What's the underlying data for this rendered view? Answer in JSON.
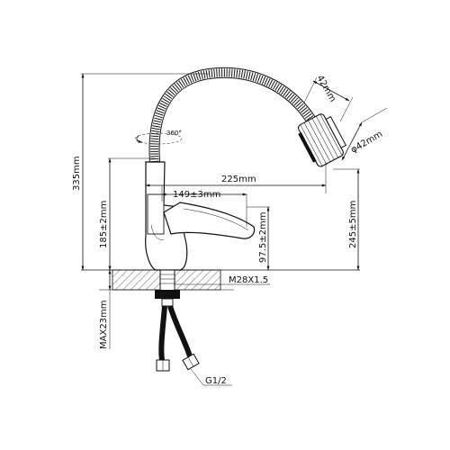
{
  "dimensions": {
    "total_height": "335mm",
    "spout_reach": "225mm",
    "lever_reach": "149±3mm",
    "handle_height": "185±2mm",
    "lever_height": "97.5±2mm",
    "outlet_height": "245±5mm",
    "aerator_length": "42mm",
    "aerator_diameter": "φ42mm",
    "mount_thread": "M28X1.5",
    "max_thickness": "MAX23mm",
    "hose_thread": "G1/2",
    "rotation": "360°"
  }
}
